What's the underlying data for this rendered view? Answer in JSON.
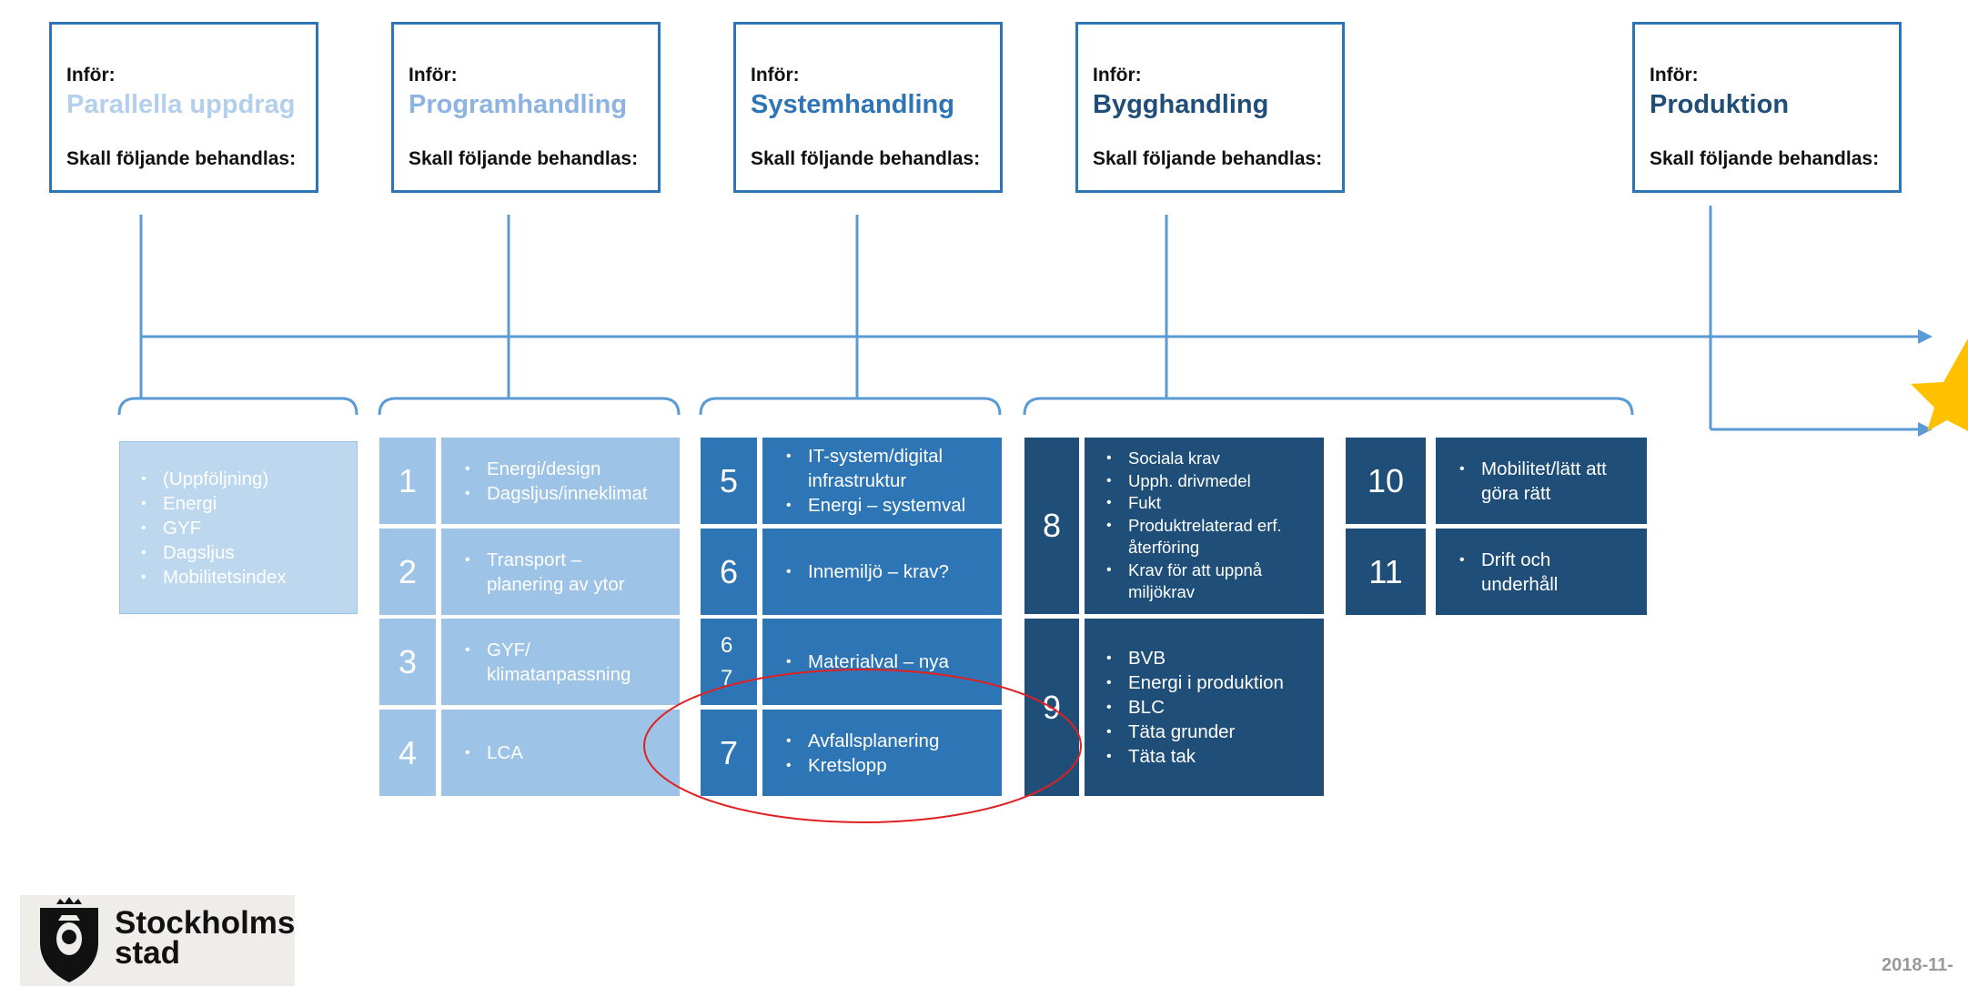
{
  "phases": [
    {
      "infor": "Inför:",
      "title": "Parallella uppdrag",
      "skall": "Skall följande behandlas:",
      "title_color": "#b4cfec"
    },
    {
      "infor": "Inför:",
      "title": "Programhandling",
      "skall": "Skall följande behandlas:",
      "title_color": "#8db3e2"
    },
    {
      "infor": "Inför:",
      "title": "Systemhandling",
      "skall": "Skall följande behandlas:",
      "title_color": "#2e75b6"
    },
    {
      "infor": "Inför:",
      "title": "Bygghandling",
      "skall": "Skall följande behandlas:",
      "title_color": "#1f4e79"
    },
    {
      "infor": "Inför:",
      "title": "Produktion",
      "skall": "Skall följande behandlas:",
      "title_color": "#1f4e79"
    }
  ],
  "parallella": {
    "items": [
      "(Uppföljning)",
      "Energi",
      "GYF",
      "Dagsljus",
      "Mobilitetsindex"
    ]
  },
  "program": [
    {
      "num": "1",
      "items": [
        "Energi/design",
        "Dagsljus/inneklimat"
      ]
    },
    {
      "num": "2",
      "items": [
        "Transport – planering av ytor"
      ]
    },
    {
      "num": "3",
      "items": [
        "GYF/ klimatanpassning"
      ]
    },
    {
      "num": "4",
      "items": [
        "LCA"
      ]
    }
  ],
  "system": [
    {
      "num": "5",
      "items": [
        "IT-system/digital infrastruktur",
        "Energi – systemval"
      ]
    },
    {
      "num": "6",
      "items": [
        "Innemiljö – krav?"
      ]
    },
    {
      "num": "6",
      "num2": "7",
      "items": [
        "Materialval – nya"
      ]
    },
    {
      "num": "7",
      "items": [
        "Avfallsplanering",
        "Kretslopp"
      ]
    }
  ],
  "bygg": [
    {
      "num": "8",
      "items": [
        "Sociala krav",
        "Upph. drivmedel",
        "Fukt",
        "Produktrelaterad erf. återföring",
        "Krav för att uppnå miljökrav"
      ]
    },
    {
      "num": "9",
      "items": [
        "BVB",
        "Energi i produktion",
        "BLC",
        "Täta grunder",
        "Täta tak"
      ]
    },
    {
      "num": "10",
      "items": [
        "Mobilitet/lätt att göra rätt"
      ]
    },
    {
      "num": "11",
      "items": [
        "Drift och underhåll"
      ]
    }
  ],
  "logo": {
    "line1": "Stockholms",
    "line2": "stad"
  },
  "date": "2018-11-",
  "colors": {
    "light": "#bdd7ee",
    "mid": "#9dc3e6",
    "medium": "#2e75b6",
    "dark": "#1f4e79",
    "line": "#5b9bd5",
    "circle": "#e02020",
    "star": "#ffc000"
  }
}
